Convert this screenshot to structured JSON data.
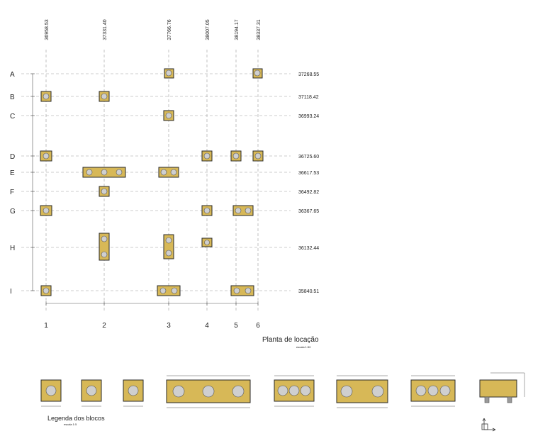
{
  "colors": {
    "block_fill": "#d7b857",
    "block_stroke": "#2a2a2a",
    "grid_line": "#9a9a9a",
    "pile_fill": "#c9c9c9",
    "text": "#222222"
  },
  "title": "Planta de locação",
  "subtitle": "escala 1:50",
  "legend_title": "Legenda dos blocos",
  "legend_subtitle": "escala 1:5",
  "columns": [
    {
      "label": "1",
      "coord": "36958.53"
    },
    {
      "label": "2",
      "coord": "37331.40"
    },
    {
      "label": "3",
      "coord": "37766.76"
    },
    {
      "label": "4",
      "coord": "38007.05"
    },
    {
      "label": "5",
      "coord": "38194.17"
    },
    {
      "label": "6",
      "coord": "38337.31"
    }
  ],
  "rows": [
    {
      "label": "A",
      "coord": "37268.55"
    },
    {
      "label": "B",
      "coord": "37118.42"
    },
    {
      "label": "C",
      "coord": "36993.24"
    },
    {
      "label": "D",
      "coord": "36725.60"
    },
    {
      "label": "E",
      "coord": "36617.53"
    },
    {
      "label": "F",
      "coord": "36492.82"
    },
    {
      "label": "G",
      "coord": "36367.65"
    },
    {
      "label": "H",
      "coord": "36132.44"
    },
    {
      "label": "I",
      "coord": "35840.51"
    }
  ]
}
